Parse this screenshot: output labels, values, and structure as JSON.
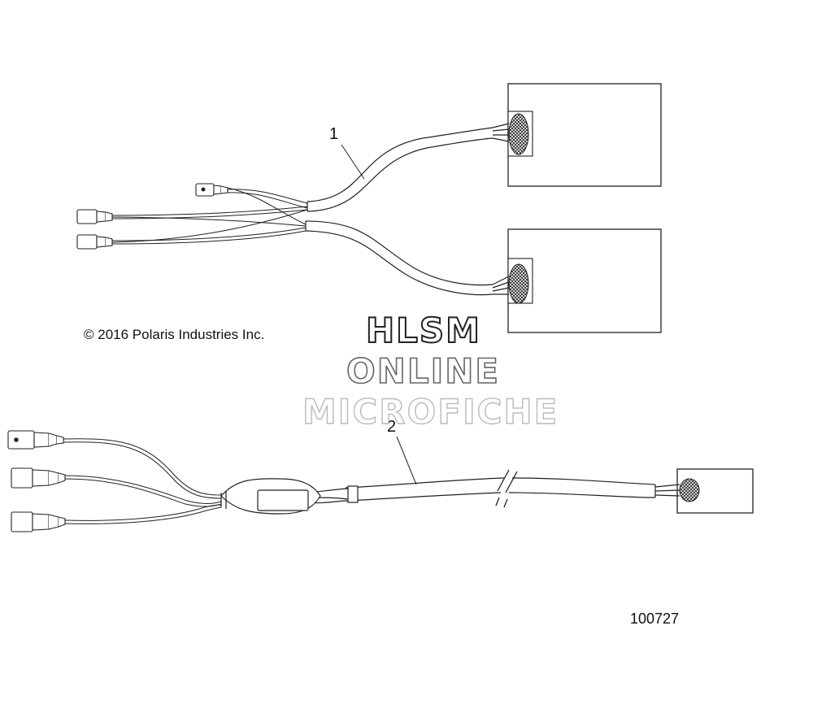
{
  "watermark": {
    "line1": "HLSM",
    "line2": "ONLINE",
    "line3": "MICROFICHE"
  },
  "copyright": "© 2016 Polaris Industries Inc.",
  "figure_number": "100727",
  "callouts": {
    "item1": "1",
    "item2": "2"
  }
}
